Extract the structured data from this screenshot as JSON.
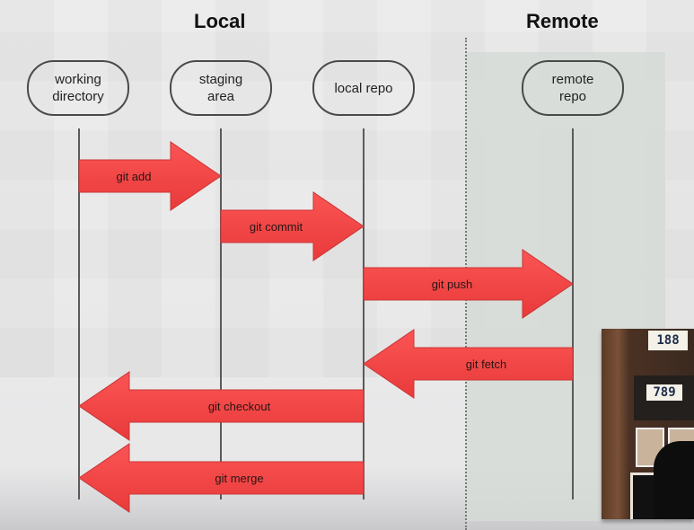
{
  "sections": {
    "local": "Local",
    "remote": "Remote"
  },
  "nodes": [
    {
      "id": "working-directory",
      "label": "working\ndirectory",
      "color": "#b2dfb0"
    },
    {
      "id": "staging-area",
      "label": "staging\narea",
      "color": "#eef79a"
    },
    {
      "id": "local-repo",
      "label": "local repo",
      "color": "#63a1ee"
    },
    {
      "id": "remote-repo",
      "label": "remote\nrepo",
      "color": "#fd857a"
    }
  ],
  "arrows": [
    {
      "label": "git add",
      "from": "working-directory",
      "to": "staging-area",
      "direction": "right"
    },
    {
      "label": "git commit",
      "from": "staging-area",
      "to": "local-repo",
      "direction": "right"
    },
    {
      "label": "git push",
      "from": "local-repo",
      "to": "remote-repo",
      "direction": "right"
    },
    {
      "label": "git fetch",
      "from": "remote-repo",
      "to": "local-repo",
      "direction": "left"
    },
    {
      "label": "git checkout",
      "from": "local-repo",
      "to": "working-directory",
      "direction": "left"
    },
    {
      "label": "git merge",
      "from": "local-repo",
      "to": "working-directory",
      "direction": "left"
    }
  ],
  "colors": {
    "arrow_fill": "#f24646",
    "lane_line": "#5a5a5a",
    "remote_panel": "#d5dbd6"
  },
  "webcam": {
    "sign_top": "188",
    "sign_middle": "789"
  }
}
